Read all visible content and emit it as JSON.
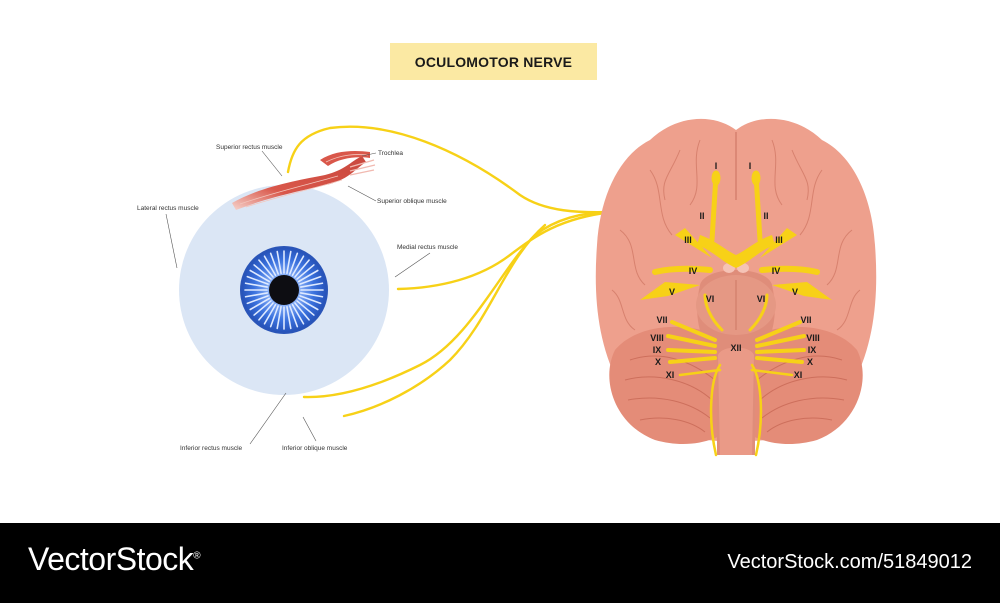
{
  "title": "OCULOMOTOR NERVE",
  "eye_labels": {
    "superior_rectus": "Superior rectus muscle",
    "trochlea": "Trochlea",
    "superior_oblique": "Superior  oblique muscle",
    "lateral_rectus": "Lateral rectus muscle",
    "medial_rectus": "Medial rectus muscle",
    "inferior_rectus": "Inferior rectus muscle",
    "inferior_oblique": "Inferior oblique muscle"
  },
  "cranial_nerves": {
    "I": "I",
    "II": "II",
    "III": "III",
    "IV": "IV",
    "V": "V",
    "VI": "VI",
    "VII": "VII",
    "VIII": "VIII",
    "IX": "IX",
    "X": "X",
    "XI": "XI",
    "XII": "XII"
  },
  "footer": {
    "brand": "VectorStock",
    "reg": "®",
    "stock_id": "VectorStock.com/51849012"
  },
  "colors": {
    "nerve": "#f7d117",
    "brain": "#eea08d",
    "eye_white": "#dbe6f5",
    "iris": "#3a6fd8",
    "muscle": "#d9574a",
    "title_bg": "#fbe9a3"
  }
}
